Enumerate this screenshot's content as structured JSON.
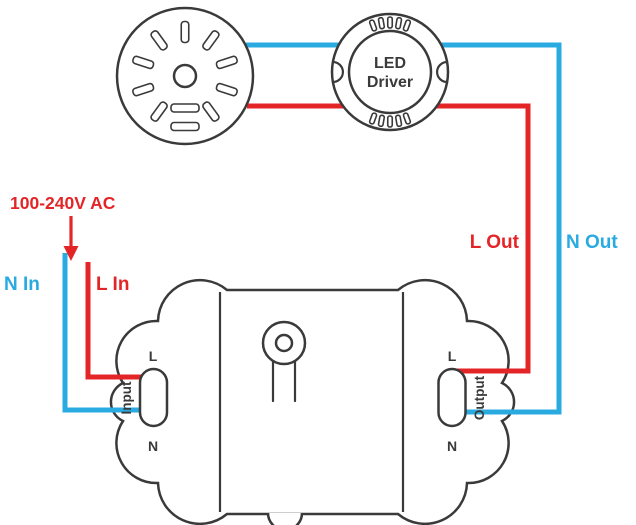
{
  "colors": {
    "live": "#e42528",
    "neutral": "#29abe2",
    "outline": "#3a3a3a"
  },
  "supply": {
    "label": "100-240V AC"
  },
  "wires": {
    "neutral_in": "N In",
    "live_in": "L In",
    "live_out": "L Out",
    "neutral_out": "N Out"
  },
  "led_driver": {
    "line1": "LED",
    "line2": "Driver"
  },
  "connector": {
    "input": {
      "name": "Input",
      "live": "L",
      "neutral": "N"
    },
    "output": {
      "name": "Output",
      "live": "L",
      "neutral": "N"
    }
  }
}
